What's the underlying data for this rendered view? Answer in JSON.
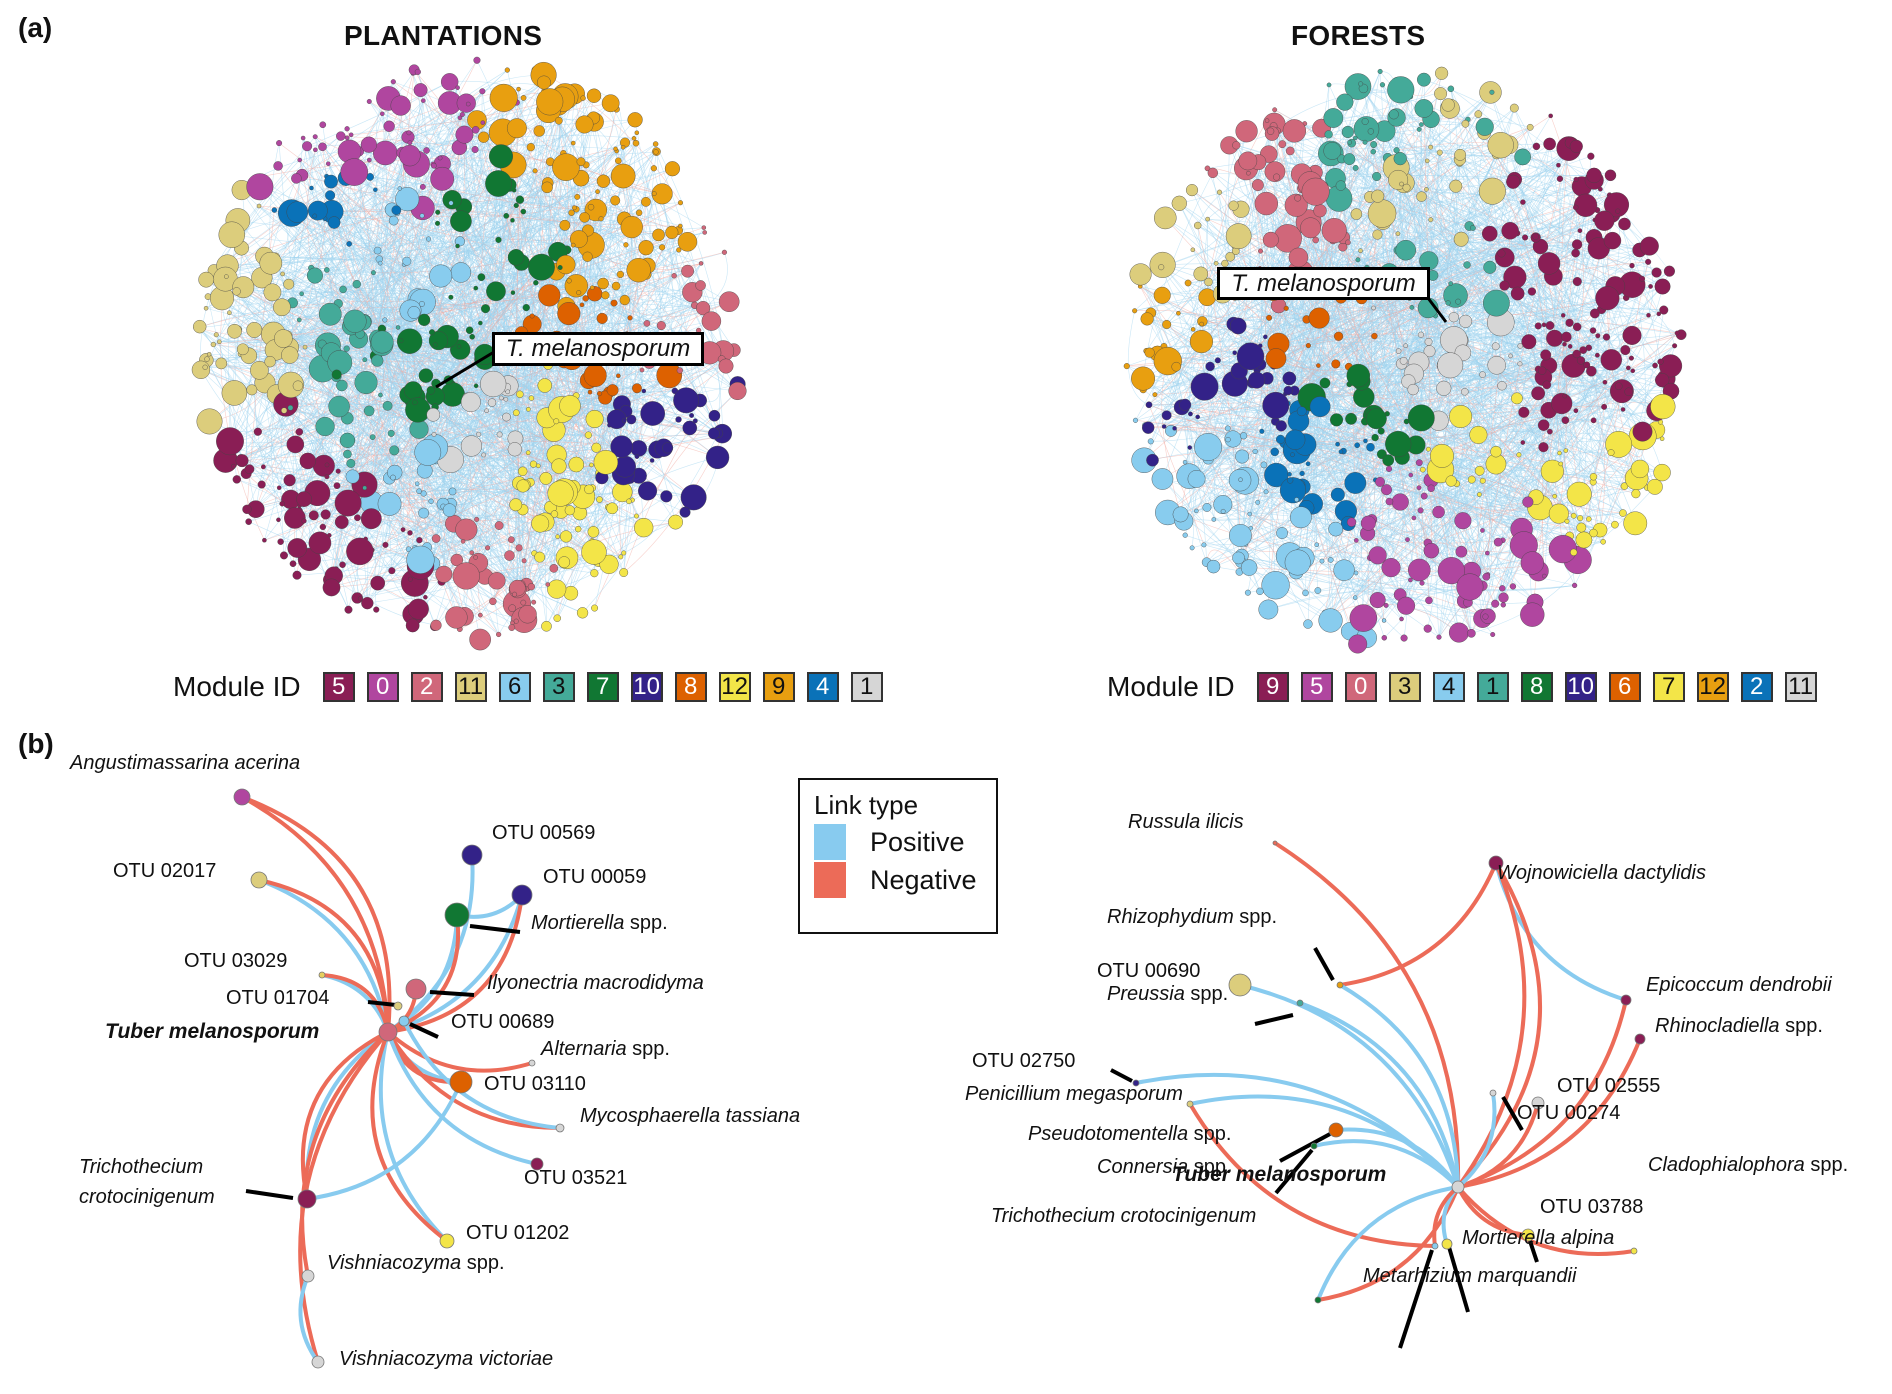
{
  "panels": {
    "a_label": "(a)",
    "b_label": "(b)"
  },
  "networks": [
    {
      "id": "plantations",
      "title": "PLANTATIONS",
      "callout": "T. melanosporum",
      "legend_label": "Module ID",
      "modules": [
        {
          "id": "5",
          "color": "#8a1e55",
          "text_color": "#ffffff"
        },
        {
          "id": "0",
          "color": "#b0469f",
          "text_color": "#ffffff"
        },
        {
          "id": "2",
          "color": "#d0677a",
          "text_color": "#ffffff"
        },
        {
          "id": "11",
          "color": "#dccd7c",
          "text_color": "#111111"
        },
        {
          "id": "6",
          "color": "#88ccee",
          "text_color": "#111111"
        },
        {
          "id": "3",
          "color": "#44aa99",
          "text_color": "#111111"
        },
        {
          "id": "7",
          "color": "#117733",
          "text_color": "#ffffff"
        },
        {
          "id": "10",
          "color": "#332288",
          "text_color": "#ffffff"
        },
        {
          "id": "8",
          "color": "#dd6100",
          "text_color": "#ffffff"
        },
        {
          "id": "12",
          "color": "#f3e548",
          "text_color": "#111111"
        },
        {
          "id": "9",
          "color": "#e89f10",
          "text_color": "#111111"
        },
        {
          "id": "4",
          "color": "#0a72b8",
          "text_color": "#ffffff"
        },
        {
          "id": "1",
          "color": "#d6d6d6",
          "text_color": "#111111"
        }
      ]
    },
    {
      "id": "forests",
      "title": "FORESTS",
      "callout": "T. melanosporum",
      "legend_label": "Module ID",
      "modules": [
        {
          "id": "9",
          "color": "#8a1e55",
          "text_color": "#ffffff"
        },
        {
          "id": "5",
          "color": "#b0469f",
          "text_color": "#ffffff"
        },
        {
          "id": "0",
          "color": "#d0677a",
          "text_color": "#ffffff"
        },
        {
          "id": "3",
          "color": "#dccd7c",
          "text_color": "#111111"
        },
        {
          "id": "4",
          "color": "#88ccee",
          "text_color": "#111111"
        },
        {
          "id": "1",
          "color": "#44aa99",
          "text_color": "#111111"
        },
        {
          "id": "8",
          "color": "#117733",
          "text_color": "#ffffff"
        },
        {
          "id": "10",
          "color": "#332288",
          "text_color": "#ffffff"
        },
        {
          "id": "6",
          "color": "#dd6100",
          "text_color": "#ffffff"
        },
        {
          "id": "7",
          "color": "#f3e548",
          "text_color": "#111111"
        },
        {
          "id": "12",
          "color": "#e89f10",
          "text_color": "#111111"
        },
        {
          "id": "2",
          "color": "#0a72b8",
          "text_color": "#ffffff"
        },
        {
          "id": "11",
          "color": "#d6d6d6",
          "text_color": "#111111"
        }
      ]
    }
  ],
  "link_legend": {
    "title": "Link type",
    "items": [
      {
        "label": "Positive",
        "color": "#88cbef"
      },
      {
        "label": "Negative",
        "color": "#ec6b58"
      }
    ]
  },
  "subnetworks": [
    {
      "id": "plantations-sub",
      "hub": {
        "name": "Tuber melanosporum",
        "color": "#d0677a"
      },
      "nodes": [
        {
          "key": "ang",
          "italic": "Angustimassarina acerina",
          "suffix": "",
          "color": "#b0469f"
        },
        {
          "key": "o02017",
          "italic": "",
          "suffix": "OTU 02017",
          "color": "#dccd7c"
        },
        {
          "key": "o00569",
          "italic": "",
          "suffix": "OTU 00569",
          "color": "#332288"
        },
        {
          "key": "o00059",
          "italic": "",
          "suffix": "OTU 00059",
          "color": "#332288"
        },
        {
          "key": "mort",
          "italic": "Mortierella",
          "suffix": " spp.",
          "color": "#117733"
        },
        {
          "key": "o03029",
          "italic": "",
          "suffix": "OTU 03029",
          "color": "#e8d060"
        },
        {
          "key": "ilyo",
          "italic": "Ilyonectria macrodidyma",
          "suffix": "",
          "color": "#d0677a"
        },
        {
          "key": "o01704",
          "italic": "",
          "suffix": "OTU 01704",
          "color": "#dccd7c"
        },
        {
          "key": "o00689",
          "italic": "",
          "suffix": "OTU 00689",
          "color": "#88ccee"
        },
        {
          "key": "alt",
          "italic": "Alternaria",
          "suffix": " spp.",
          "color": "#d6d6d6"
        },
        {
          "key": "o03110",
          "italic": "",
          "suffix": "OTU 03110",
          "color": "#dd6100"
        },
        {
          "key": "myco",
          "italic": "Mycosphaerella tassiana",
          "suffix": "",
          "color": "#d6d6d6"
        },
        {
          "key": "trich",
          "italic": "Trichothecium crotocinigenum",
          "suffix": "",
          "color": "#8a1e55"
        },
        {
          "key": "o03521",
          "italic": "",
          "suffix": "OTU 03521",
          "color": "#8a1e55"
        },
        {
          "key": "o01202",
          "italic": "",
          "suffix": "OTU 01202",
          "color": "#f3e548"
        },
        {
          "key": "vspp",
          "italic": "Vishniacozyma",
          "suffix": " spp.",
          "color": "#d6d6d6"
        },
        {
          "key": "vvic",
          "italic": "Vishniacozyma victoriae",
          "suffix": "",
          "color": "#d6d6d6"
        }
      ],
      "links": [
        [
          "hub",
          "ang",
          "neg"
        ],
        [
          "hub",
          "ang",
          "neg"
        ],
        [
          "hub",
          "o02017",
          "pos"
        ],
        [
          "hub",
          "o02017",
          "neg"
        ],
        [
          "hub",
          "o00569",
          "pos"
        ],
        [
          "hub",
          "o00059",
          "pos"
        ],
        [
          "hub",
          "o00059",
          "neg"
        ],
        [
          "hub",
          "mort",
          "pos"
        ],
        [
          "hub",
          "mort",
          "neg"
        ],
        [
          "mort",
          "o00059",
          "pos"
        ],
        [
          "hub",
          "o03029",
          "pos"
        ],
        [
          "hub",
          "o03029",
          "neg"
        ],
        [
          "hub",
          "ilyo",
          "neg"
        ],
        [
          "hub",
          "alt",
          "neg"
        ],
        [
          "hub",
          "o03110",
          "pos"
        ],
        [
          "hub",
          "o03110",
          "neg"
        ],
        [
          "hub",
          "myco",
          "neg"
        ],
        [
          "o00689",
          "myco",
          "pos"
        ],
        [
          "hub",
          "o03521",
          "pos"
        ],
        [
          "hub",
          "o01202",
          "pos"
        ],
        [
          "hub",
          "o01202",
          "neg"
        ],
        [
          "hub",
          "trich",
          "pos"
        ],
        [
          "hub",
          "trich",
          "neg"
        ],
        [
          "trich",
          "o03110",
          "pos"
        ],
        [
          "hub",
          "vspp",
          "neg"
        ],
        [
          "hub",
          "vvic",
          "neg"
        ],
        [
          "vspp",
          "vvic",
          "pos"
        ]
      ]
    },
    {
      "id": "forests-sub",
      "hub": {
        "name": "Tuber melanosporum",
        "color": "#d6d6d6"
      },
      "nodes": [
        {
          "key": "russ",
          "italic": "Russula ilicis",
          "suffix": "",
          "color": "#ec6b58"
        },
        {
          "key": "wojn",
          "italic": "Wojnowiciella dactylidis",
          "suffix": "",
          "color": "#8a1e55"
        },
        {
          "key": "rhizo",
          "italic": "Rhizophydium",
          "suffix": " spp.",
          "color": "#e89f10"
        },
        {
          "key": "o00690",
          "italic": "",
          "suffix": "OTU 00690",
          "color": "#dccd7c"
        },
        {
          "key": "preu",
          "italic": "Preussia",
          "suffix": " spp.",
          "color": "#44aa99"
        },
        {
          "key": "epic",
          "italic": "Epicoccum dendrobii",
          "suffix": "",
          "color": "#8a1e55"
        },
        {
          "key": "rhino",
          "italic": "Rhinocladiella",
          "suffix": " spp.",
          "color": "#8a1e55"
        },
        {
          "key": "o02750",
          "italic": "",
          "suffix": "OTU 02750",
          "color": "#332288"
        },
        {
          "key": "o02555",
          "italic": "",
          "suffix": "OTU 02555",
          "color": "#d6d6d6"
        },
        {
          "key": "peni",
          "italic": "Penicillium megasporum",
          "suffix": "",
          "color": "#dccd7c"
        },
        {
          "key": "o00274",
          "italic": "",
          "suffix": "OTU 00274",
          "color": "#d6d6d6"
        },
        {
          "key": "pseudo",
          "italic": "Pseudotomentella",
          "suffix": " spp.",
          "color": "#dd6100"
        },
        {
          "key": "conn",
          "italic": "Connersia",
          "suffix": " spp.",
          "color": "#117733"
        },
        {
          "key": "clado",
          "italic": "Cladophialophora",
          "suffix": " spp.",
          "color": "#f3e548"
        },
        {
          "key": "o03788",
          "italic": "",
          "suffix": "OTU 03788",
          "color": "#f3e548"
        },
        {
          "key": "trich",
          "italic": "Trichothecium crotocinigenum",
          "suffix": "",
          "color": "#117733"
        },
        {
          "key": "malp",
          "italic": "Mortierella alpina",
          "suffix": "",
          "color": "#f3e548"
        },
        {
          "key": "meta",
          "italic": "Metarhizium marquandii",
          "suffix": "",
          "color": "#88ccee"
        }
      ],
      "links": [
        [
          "hub",
          "russ",
          "neg"
        ],
        [
          "rhizo",
          "wojn",
          "neg"
        ],
        [
          "wojn",
          "epic",
          "pos"
        ],
        [
          "hub",
          "wojn",
          "neg"
        ],
        [
          "hub",
          "wojn",
          "neg"
        ],
        [
          "hub",
          "rhizo",
          "pos"
        ],
        [
          "hub",
          "o00690",
          "pos"
        ],
        [
          "hub",
          "preu",
          "pos"
        ],
        [
          "hub",
          "epic",
          "neg"
        ],
        [
          "hub",
          "rhino",
          "neg"
        ],
        [
          "hub",
          "o02750",
          "pos"
        ],
        [
          "hub",
          "peni",
          "pos"
        ],
        [
          "hub",
          "o02555",
          "neg"
        ],
        [
          "hub",
          "o00274",
          "pos"
        ],
        [
          "peni",
          "meta",
          "neg"
        ],
        [
          "hub",
          "pseudo",
          "pos"
        ],
        [
          "hub",
          "conn",
          "pos"
        ],
        [
          "hub",
          "trich",
          "pos"
        ],
        [
          "trich",
          "hub",
          "neg"
        ],
        [
          "hub",
          "clado",
          "neg"
        ],
        [
          "hub",
          "o03788",
          "neg"
        ],
        [
          "hub",
          "malp",
          "pos"
        ],
        [
          "hub",
          "meta",
          "neg"
        ]
      ]
    }
  ]
}
